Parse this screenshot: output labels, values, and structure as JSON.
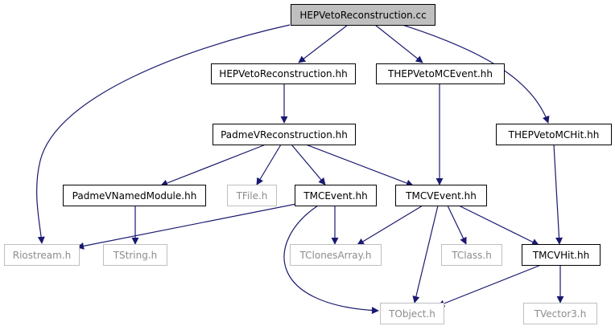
{
  "colors": {
    "edge": "#191970",
    "node_border": "#000000",
    "external_border": "#bfbfbf",
    "external_text": "#8c8c8c",
    "root_fill": "#bfbfbf"
  },
  "nodes": {
    "root": "HEPVetoReconstruction.cc",
    "hep_veto_reco_hh": "HEPVetoReconstruction.hh",
    "thep_veto_mc_event": "THEPVetoMCEvent.hh",
    "thep_veto_mc_hit": "THEPVetoMCHit.hh",
    "padme_v_reco": "PadmeVReconstruction.hh",
    "padme_v_named_module": "PadmeVNamedModule.hh",
    "tfile": "TFile.h",
    "tmc_event": "TMCEvent.hh",
    "tmcv_event": "TMCVEvent.hh",
    "riostream": "Riostream.h",
    "tstring": "TString.h",
    "tclones_array": "TClonesArray.h",
    "tclass": "TClass.h",
    "tmcv_hit": "TMCVHit.hh",
    "tobject": "TObject.h",
    "tvector3": "TVector3.h"
  }
}
